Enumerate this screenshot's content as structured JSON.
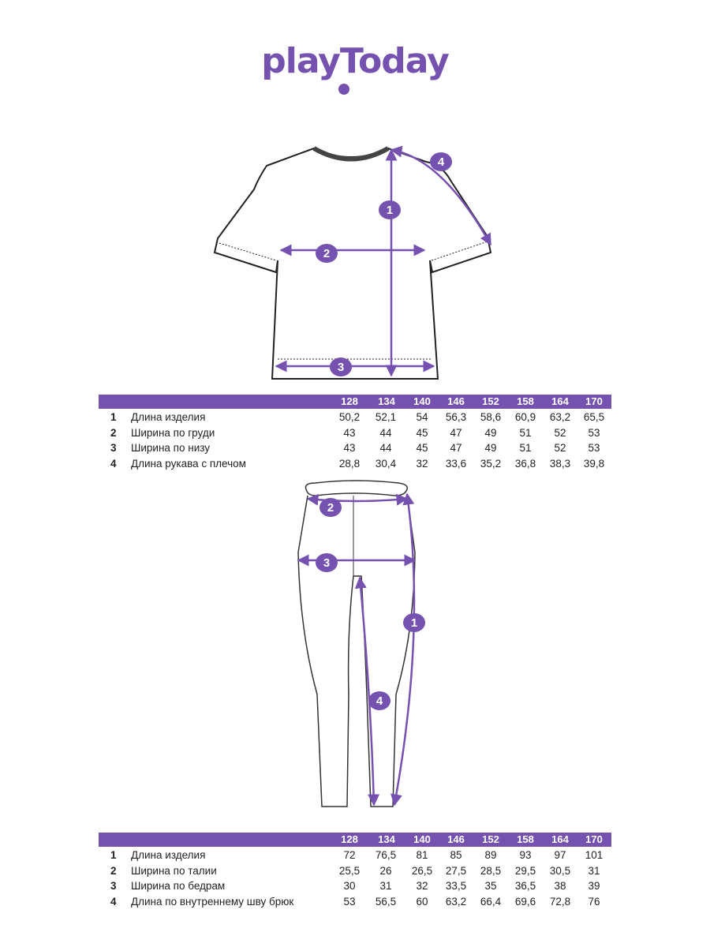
{
  "brand": {
    "logo_text": "playToday",
    "accent": "#7652b0"
  },
  "shirt_markers": [
    "1",
    "2",
    "3",
    "4"
  ],
  "pants_markers": [
    "1",
    "2",
    "3",
    "4"
  ],
  "shirt_table": {
    "sizes": [
      "128",
      "134",
      "140",
      "146",
      "152",
      "158",
      "164",
      "170"
    ],
    "rows": [
      {
        "num": "1",
        "label": "Длина изделия",
        "values": [
          "50,2",
          "52,1",
          "54",
          "56,3",
          "58,6",
          "60,9",
          "63,2",
          "65,5"
        ]
      },
      {
        "num": "2",
        "label": "Ширина по груди",
        "values": [
          "43",
          "44",
          "45",
          "47",
          "49",
          "51",
          "52",
          "53"
        ]
      },
      {
        "num": "3",
        "label": "Ширина по низу",
        "values": [
          "43",
          "44",
          "45",
          "47",
          "49",
          "51",
          "52",
          "53"
        ]
      },
      {
        "num": "4",
        "label": "Длина рукава с плечом",
        "values": [
          "28,8",
          "30,4",
          "32",
          "33,6",
          "35,2",
          "36,8",
          "38,3",
          "39,8"
        ]
      }
    ]
  },
  "pants_table": {
    "sizes": [
      "128",
      "134",
      "140",
      "146",
      "152",
      "158",
      "164",
      "170"
    ],
    "rows": [
      {
        "num": "1",
        "label": "Длина изделия",
        "values": [
          "72",
          "76,5",
          "81",
          "85",
          "89",
          "93",
          "97",
          "101"
        ]
      },
      {
        "num": "2",
        "label": "Ширина по талии",
        "values": [
          "25,5",
          "26",
          "26,5",
          "27,5",
          "28,5",
          "29,5",
          "30,5",
          "31"
        ]
      },
      {
        "num": "3",
        "label": "Ширина по бедрам",
        "values": [
          "30",
          "31",
          "32",
          "33,5",
          "35",
          "36,5",
          "38",
          "39"
        ]
      },
      {
        "num": "4",
        "label": "Длина по внутреннему шву брюк",
        "values": [
          "53",
          "56,5",
          "60",
          "63,2",
          "66,4",
          "69,6",
          "72,8",
          "76"
        ]
      }
    ]
  }
}
